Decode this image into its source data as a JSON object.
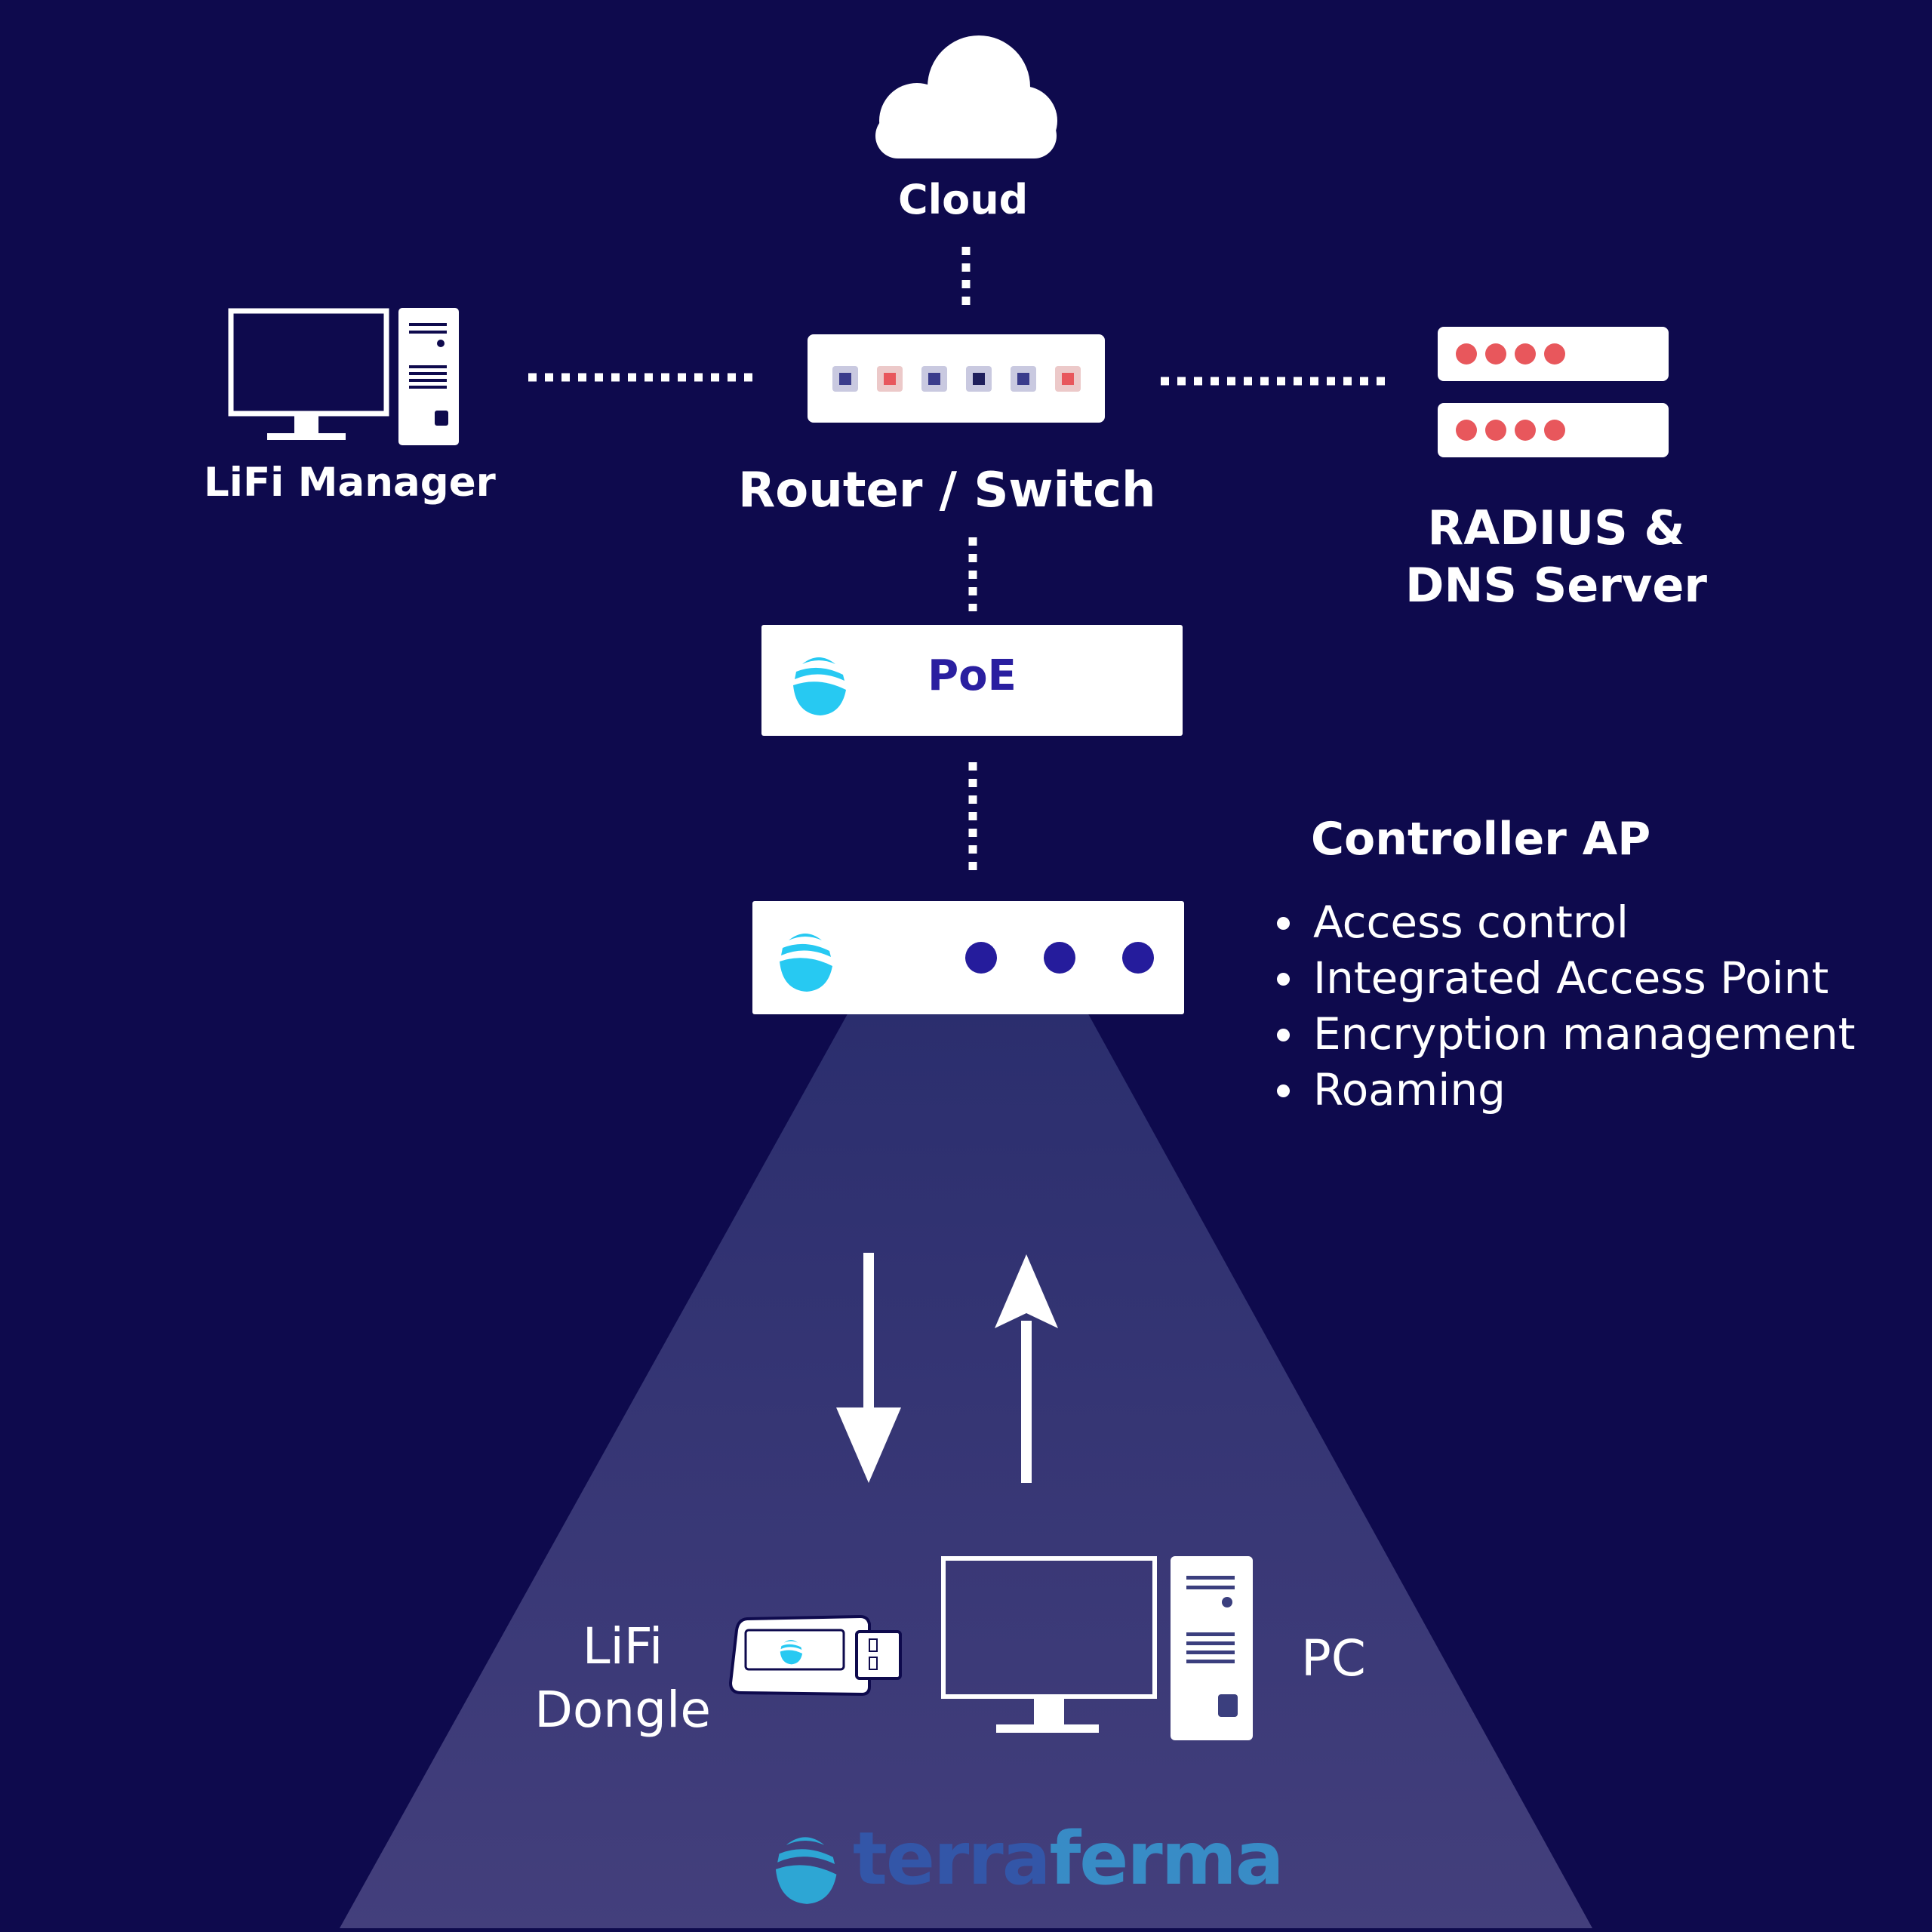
{
  "nodes": {
    "cloud": {
      "label": "Cloud"
    },
    "lifi_manager": {
      "label": "LiFi Manager"
    },
    "router_switch": {
      "label": "Router / Switch"
    },
    "radius_dns": {
      "line1": "RADIUS &",
      "line2": "DNS Server"
    },
    "poe": {
      "label": "PoE"
    },
    "controller_ap": {
      "title": "Controller AP",
      "features": [
        "Access control",
        "Integrated Access Point",
        "Encryption management",
        "Roaming"
      ]
    },
    "lifi_dongle": {
      "line1": "LiFi",
      "line2": "Dongle"
    },
    "pc": {
      "label": "PC"
    }
  },
  "brand": {
    "part1": "terra",
    "part2": "ferma"
  },
  "colors": {
    "background": "#0e0a4d",
    "light_cone": "#3b3f7e",
    "device_dark": "#251c9c",
    "logo_cyan": "#27c9f2",
    "server_led": "#e8575c"
  }
}
